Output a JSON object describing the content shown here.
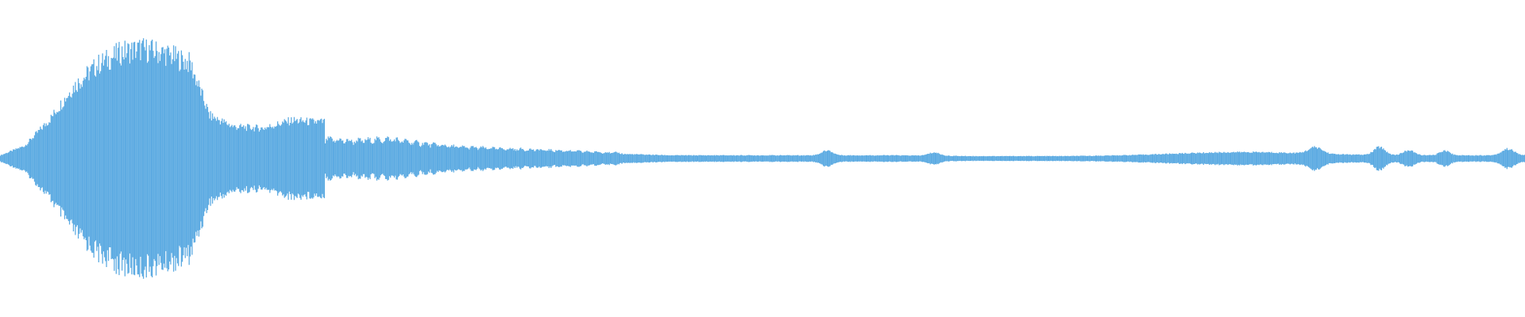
{
  "waveform": {
    "color": "#5dabe2",
    "background": "#ffffff",
    "samples": 1568,
    "envelope_points": [
      [
        0,
        0.02
      ],
      [
        25,
        0.08
      ],
      [
        50,
        0.24
      ],
      [
        75,
        0.45
      ],
      [
        100,
        0.59
      ],
      [
        125,
        0.67
      ],
      [
        145,
        0.69
      ],
      [
        170,
        0.66
      ],
      [
        195,
        0.6
      ],
      [
        206,
        0.42
      ],
      [
        215,
        0.27
      ],
      [
        240,
        0.2
      ],
      [
        270,
        0.19
      ],
      [
        300,
        0.24
      ],
      [
        320,
        0.23
      ],
      [
        333,
        0.23
      ],
      [
        334,
        0.1
      ],
      [
        360,
        0.09
      ],
      [
        400,
        0.1
      ],
      [
        430,
        0.08
      ],
      [
        470,
        0.06
      ],
      [
        520,
        0.05
      ],
      [
        580,
        0.04
      ],
      [
        630,
        0.03
      ],
      [
        690,
        0.02
      ],
      [
        760,
        0.02
      ],
      [
        850,
        0.02
      ],
      [
        920,
        0.02
      ],
      [
        1000,
        0.015
      ],
      [
        1100,
        0.015
      ],
      [
        1200,
        0.02
      ],
      [
        1280,
        0.02
      ],
      [
        1340,
        0.02
      ],
      [
        1420,
        0.02
      ],
      [
        1500,
        0.02
      ],
      [
        1568,
        0.02
      ]
    ]
  }
}
